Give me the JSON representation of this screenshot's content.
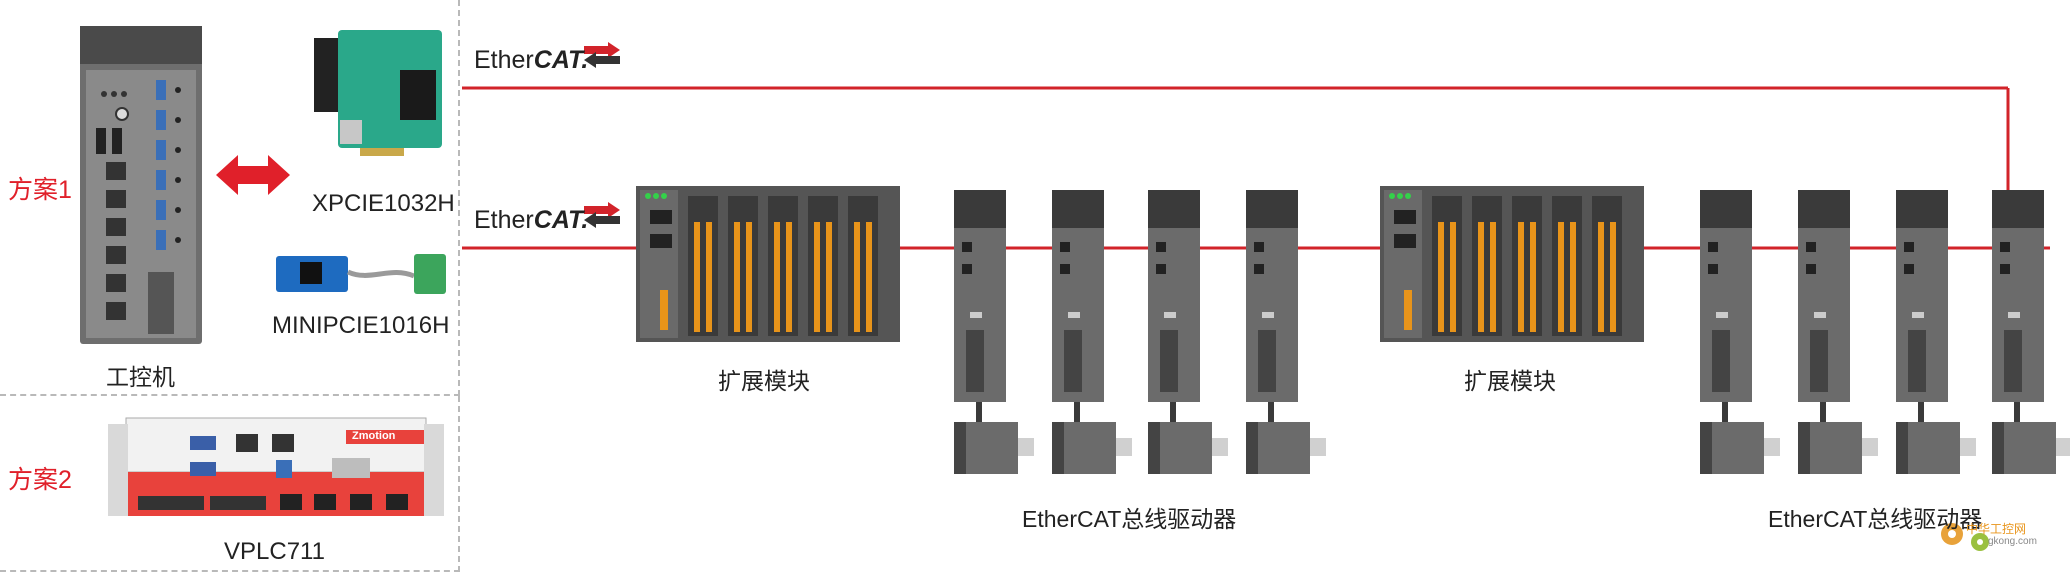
{
  "scheme1": {
    "label": "方案1",
    "ipc_label": "工控机",
    "card1_label": "XPCIE1032H",
    "card2_label": "MINIPCIE1016H"
  },
  "scheme2": {
    "label": "方案2",
    "device_label": "VPLC711",
    "brand": "Zmotion"
  },
  "ethercat": {
    "logo_prefix": "Ether",
    "logo_suffix": "CAT."
  },
  "groups": [
    {
      "module_label": "扩展模块",
      "drives_label": "EtherCAT总线驱动器"
    },
    {
      "module_label": "扩展模块",
      "drives_label": "EtherCAT总线驱动器"
    }
  ],
  "watermark": {
    "name": "中华工控网",
    "url": "gkong.com"
  },
  "colors": {
    "bus_line": "#d2232a",
    "accent": "#e0202a",
    "drive_dark": "#3a3a3a",
    "drive_body": "#6b6b6b",
    "module_orange": "#e8941a"
  }
}
